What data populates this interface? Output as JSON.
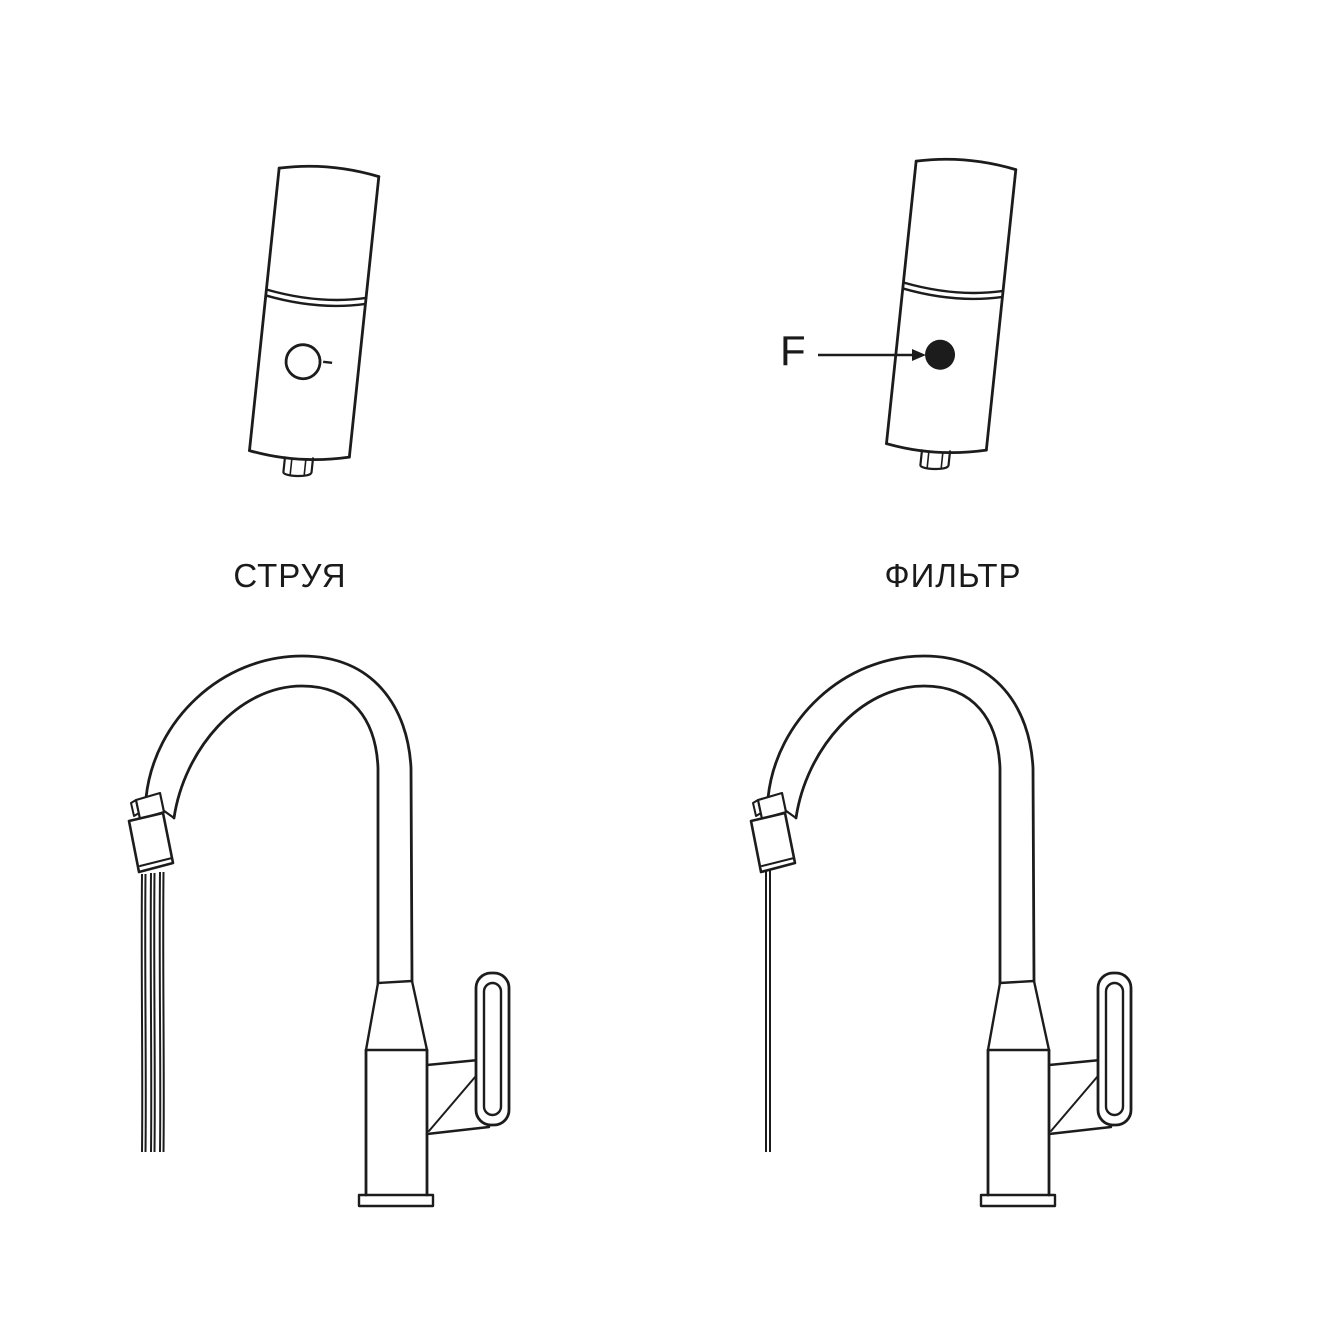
{
  "page": {
    "background": "#ffffff"
  },
  "colors": {
    "line": "#1c1c1c",
    "background": "#ffffff"
  },
  "diagram": {
    "stream": {
      "label": "СТРУЯ",
      "icon_top": "spray-head-jet-mode",
      "icon_bottom": "pull-down-faucet-multi-stream"
    },
    "filter": {
      "label": "ФИЛЬТР",
      "callout_letter": "F",
      "icon_top": "spray-head-filter-mode",
      "icon_bottom": "pull-down-faucet-single-stream"
    }
  }
}
